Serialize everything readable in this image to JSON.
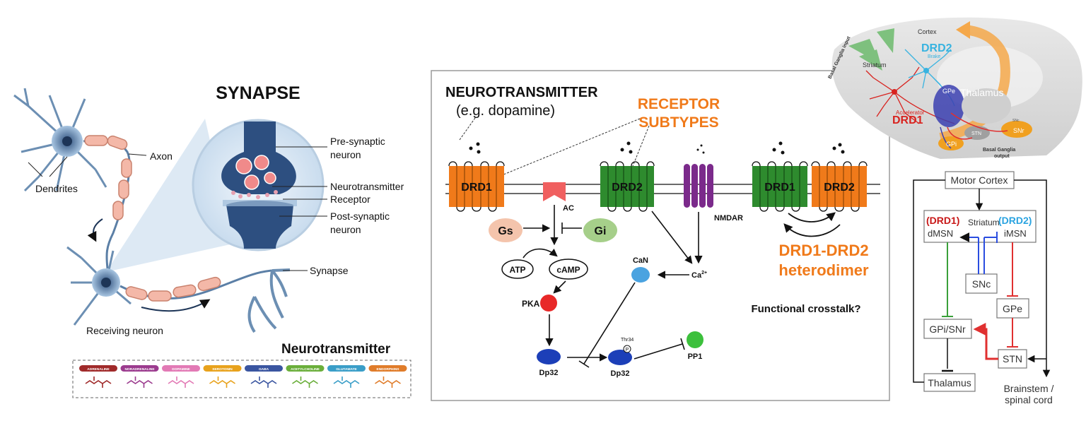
{
  "synapse_panel": {
    "title": "SYNAPSE",
    "labels": {
      "axon": "Axon",
      "dendrites": "Dendrites",
      "pre_synaptic_line1": "Pre-synaptic",
      "pre_synaptic_line2": "neuron",
      "neurotransmitter": "Neurotransmitter",
      "receptor": "Receptor",
      "post_synaptic_line1": "Post-synaptic",
      "post_synaptic_line2": "neuron",
      "synapse": "Synapse",
      "receiving_neuron": "Receiving neuron"
    },
    "legend_title": "Neurotransmitter",
    "legend_items": [
      {
        "name": "ADRENALINE",
        "color": "#a02a2a"
      },
      {
        "name": "NORADRENALINE",
        "color": "#9b3b8e"
      },
      {
        "name": "DOPAMINE",
        "color": "#e27ab5"
      },
      {
        "name": "SEROTONIN",
        "color": "#e8a21c"
      },
      {
        "name": "GABA",
        "color": "#3a55a0"
      },
      {
        "name": "ACETYLCHOLINE",
        "color": "#6aae3a"
      },
      {
        "name": "GLUTAMATE",
        "color": "#3a9ec8"
      },
      {
        "name": "ENDORPHINS",
        "color": "#e07c2a"
      }
    ]
  },
  "pathway_panel": {
    "heading_line1": "NEUROTRANSMITTER",
    "heading_line2": "(e.g. dopamine)",
    "receptor_subtypes_line1": "RECEPTOR",
    "receptor_subtypes_line2": "SUBTYPES",
    "drd1": "DRD1",
    "drd2": "DRD2",
    "ac": "AC",
    "nmdar": "NMDAR",
    "gs": "Gs",
    "gi": "Gi",
    "atp": "ATP",
    "camp": "cAMP",
    "pka": "PKA",
    "can": "CaN",
    "ca": "Ca",
    "ca_sup": "2+",
    "dp32": "Dp32",
    "dp32_phos": "Dp32",
    "thr34": "Thr34",
    "p": "P",
    "pp1": "PP1",
    "heterodimer_line1": "DRD1-DRD2",
    "heterodimer_line2": "heterodimer",
    "crosstalk": "Functional crosstalk?",
    "colors": {
      "drd1": "#f07a1a",
      "drd2": "#2e8b2e",
      "nmdar": "#7b2a8b",
      "ac": "#f06060",
      "accent": "#f07a1a"
    }
  },
  "brain_panel": {
    "cortex": "Cortex",
    "drd2": "DRD2",
    "brake": "Brake",
    "basal_ganglia_input": "Basal Ganglia input",
    "striatum": "Striatum",
    "gpe": "GPe",
    "thalamus": "Thalamus",
    "accelerator": "Accelerator",
    "drd1": "DRD1",
    "stn": "STN",
    "snr": "SNr",
    "snc": "SNc",
    "gpi": "GPi",
    "basal_ganglia_output_line1": "Basal Ganglia",
    "basal_ganglia_output_line2": "output"
  },
  "circuit_panel": {
    "motor_cortex": "Motor Cortex",
    "drd1": "(DRD1)",
    "striatum": "Striatum",
    "drd2": "(DRD2)",
    "dmsn": "dMSN",
    "imsn": "iMSN",
    "snc": "SNc",
    "gpe": "GPe",
    "gpi_snr": "GPi/SNr",
    "stn": "STN",
    "thalamus": "Thalamus",
    "brainstem_line1": "Brainstem /",
    "brainstem_line2": "spinal cord"
  }
}
